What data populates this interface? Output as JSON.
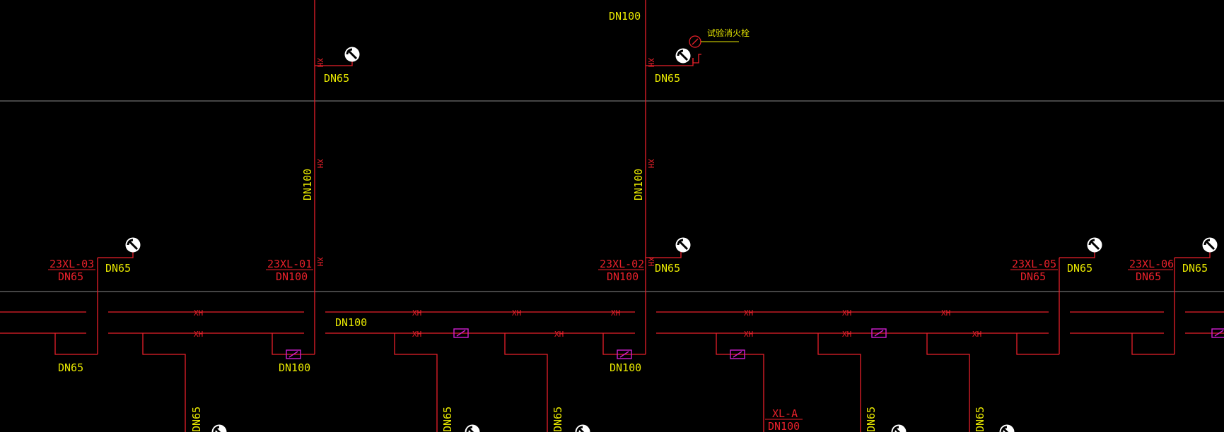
{
  "colors": {
    "background": "#000000",
    "pipe": "#e8202a",
    "dimension_text": "#e8e800",
    "riser_tag": "#e8202a",
    "valve": "#d020d0",
    "grid": "#8a8a8a",
    "hydrant_fill": "#ffffff"
  },
  "labels": {
    "dn100": "DN100",
    "dn65": "DN65",
    "xh": "XH",
    "experimental_hydrant": "试验消火栓"
  },
  "risers": [
    {
      "tag": "23XL-03",
      "size": "DN65"
    },
    {
      "tag": "23XL-01",
      "size": "DN100"
    },
    {
      "tag": "23XL-02",
      "size": "DN100"
    },
    {
      "tag": "23XL-05",
      "size": "DN65"
    },
    {
      "tag": "23XL-06",
      "size": "DN65"
    },
    {
      "tag": "XL-A",
      "size": "DN100"
    }
  ],
  "icons": {
    "hydrant": "fire-hydrant-icon",
    "valve": "gate-valve-icon",
    "test_hydrant": "test-hydrant-icon"
  }
}
